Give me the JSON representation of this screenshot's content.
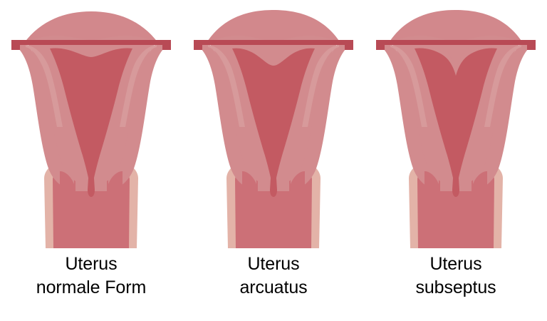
{
  "background_color": "#ffffff",
  "palette": {
    "serosa": "#d2888c",
    "myometrium": "#d28b8e",
    "myometrium_light": "#d79a9b",
    "cavity": "#c35a62",
    "cavity_deep": "#bf545d",
    "tube_line": "#b84a55",
    "cervix_outer": "#e3b3a8",
    "cervix_inner": "#cc7077",
    "text": "#000000"
  },
  "panels": [
    {
      "id": "uterus-normal",
      "label_line1": "Uterus",
      "label_line2": "normale Form",
      "variant": "normal",
      "description": "Normal uterus with smooth triangular endometrial cavity"
    },
    {
      "id": "uterus-arcuatus",
      "label_line1": "Uterus",
      "label_line2": "arcuatus",
      "variant": "arcuatus",
      "description": "Arcuate uterus with shallow concave fundal indentation"
    },
    {
      "id": "uterus-subseptus",
      "label_line1": "Uterus",
      "label_line2": "subseptus",
      "variant": "subseptus",
      "description": "Subseptate uterus with partial V-shaped septum"
    }
  ]
}
